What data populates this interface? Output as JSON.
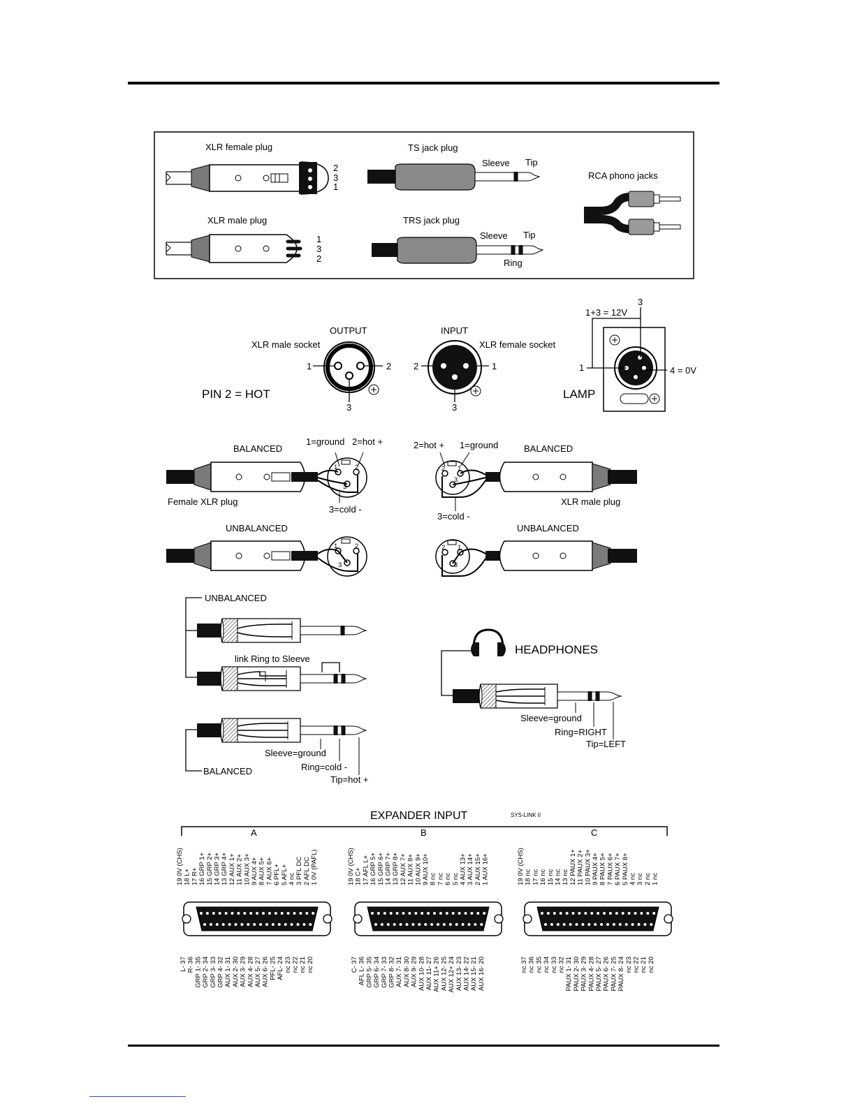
{
  "box": {
    "xlr_female_plug": "XLR female plug",
    "xlr_female_pins": [
      "2",
      "3",
      "1"
    ],
    "xlr_male_plug": "XLR male plug",
    "xlr_male_pins": [
      "1",
      "3",
      "2"
    ],
    "ts_jack_plug": "TS jack plug",
    "ts_sleeve": "Sleeve",
    "ts_tip": "Tip",
    "trs_jack_plug": "TRS jack plug",
    "trs_sleeve": "Sleeve",
    "trs_tip": "Tip",
    "trs_ring": "Ring",
    "rca": "RCA phono jacks"
  },
  "sockets": {
    "output": "OUTPUT",
    "xlr_male_socket": "XLR male socket",
    "out_pin_left": "1",
    "out_pin_right": "2",
    "out_pin_bottom": "3",
    "input": "INPUT",
    "xlr_female_socket": "XLR female socket",
    "in_pin_left": "2",
    "in_pin_right": "1",
    "in_pin_bottom": "3",
    "pin2_hot": "PIN 2 = HOT",
    "lamp": "LAMP",
    "lamp_12v": "1+3 = 12V",
    "lamp_pin3": "3",
    "lamp_pin1": "1",
    "lamp_0v": "4 = 0V"
  },
  "wiring": {
    "balanced_left": "BALANCED",
    "ground_left": "1=ground",
    "hot_left": "2=hot +",
    "female_xlr_plug": "Female XLR plug",
    "cold_left": "3=cold -",
    "unbalanced_left": "UNBALANCED",
    "hot_right": "2=hot +",
    "ground_right": "1=ground",
    "balanced_right": "BALANCED",
    "xlr_male_plug": "XLR male plug",
    "cold_right": "3=cold -",
    "unbalanced_right": "UNBALANCED",
    "pin_1": "1",
    "pin_2": "2",
    "pin_3": "3"
  },
  "jacks": {
    "unbalanced": "UNBALANCED",
    "link_ring": "link Ring to Sleeve",
    "balanced": "BALANCED",
    "sleeve_ground": "Sleeve=ground",
    "ring_cold": "Ring=cold -",
    "tip_hot": "Tip=hot +",
    "headphones": "HEADPHONES",
    "hp_sleeve": "Sleeve=ground",
    "hp_ring": "Ring=RIGHT",
    "hp_tip": "Tip=LEFT"
  },
  "expander": {
    "title": "EXPANDER INPUT",
    "sys_link": "SYS-LINK II",
    "connectors": [
      {
        "label": "A",
        "top": [
          "19 0V (CHS)",
          "18 L+",
          "17 R+",
          "16 GRP 1+",
          "15 GRP 2+",
          "14 GRP 3+",
          "13 GRP 4+",
          "12 AUX 1+",
          "11 AUX 2+",
          "10 AUX 3+",
          "9 AUX 4+",
          "8 AUX 5+",
          "7 AUX 6+",
          "6 PFL+",
          "5 AFL+",
          "4 nc",
          "3 PFL DC",
          "2 AFL DC",
          "1 0V (PAFL)"
        ],
        "bottom": [
          "L- 37",
          "R- 36",
          "GRP 1- 35",
          "GRP 2- 34",
          "GRP 3- 33",
          "GRP 4- 32",
          "AUX 1- 31",
          "AUX 2- 30",
          "AUX 3- 29",
          "AUX 4- 28",
          "AUX 5- 27",
          "AUX 6- 26",
          "PFL- 25",
          "AFL- 24",
          "nc 23",
          "nc 22",
          "nc 21",
          "nc 20"
        ]
      },
      {
        "label": "B",
        "top": [
          "19 0V (CHS)",
          "18 C+",
          "17 AFL L+",
          "16 GRP 5+",
          "15 GRP 6+",
          "14 GRP 7+",
          "13 GRP 8+",
          "12 AUX 7+",
          "11 AUX 8+",
          "10 AUX 9+",
          "9 AUX 10+",
          "8 nc",
          "7 nc",
          "6 nc",
          "5 nc",
          "4 AUX 13+",
          "3 AUX 14+",
          "2 AUX 15+",
          "1 AUX 16+"
        ],
        "bottom": [
          "C- 37",
          "AFL L- 36",
          "GRP 5- 35",
          "GRP 6- 34",
          "GRP 7- 33",
          "GRP 8- 32",
          "AUX 7- 31",
          "AUX 8- 30",
          "AUX 9- 29",
          "AUX 10- 28",
          "AUX 11- 27",
          "AUX 11+ 26",
          "AUX 12- 25",
          "AUX 12+ 24",
          "AUX 13- 23",
          "AUX 14- 22",
          "AUX 15- 21",
          "AUX 16- 20"
        ]
      },
      {
        "label": "C",
        "top": [
          "19 0V (CHS)",
          "18 nc",
          "17 nc",
          "16 nc",
          "15 nc",
          "14 nc",
          "13 nc",
          "12 PAUX 1+",
          "11 PAUX 2+",
          "10 PAUX 3+",
          "9 PAUX 4+",
          "8 PAUX 5+",
          "7 PAUX 6+",
          "6 PAUX 7+",
          "5 PAUX 8+",
          "4 nc",
          "3 nc",
          "2 nc",
          "1 nc"
        ],
        "bottom": [
          "nc 37",
          "nc 36",
          "nc 35",
          "nc 34",
          "nc 33",
          "nc 32",
          "PAUX 1- 31",
          "PAUX 2- 30",
          "PAUX 3- 29",
          "PAUX 4- 28",
          "PAUX 5- 27",
          "PAUX 6- 26",
          "PAUX 7- 25",
          "PAUX 8- 24",
          "nc 23",
          "nc 22",
          "nc 21",
          "nc 20"
        ]
      }
    ]
  }
}
